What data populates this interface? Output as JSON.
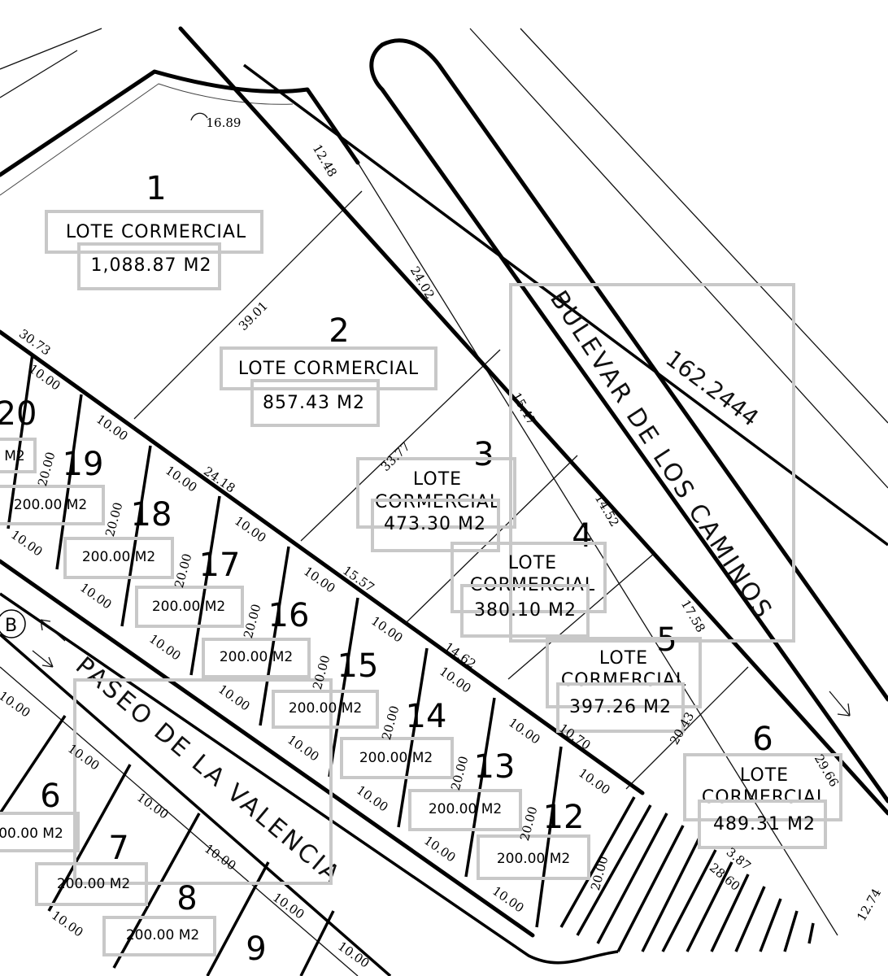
{
  "streets": {
    "bulevar": "BULEVAR DE LOS CAMINOS",
    "paseo": "PASEO DE LA VALENCIA",
    "bearing": "162.2444",
    "marker": "B"
  },
  "commercial_lots": [
    {
      "num": "1",
      "label": "LOTE CORMERCIAL",
      "area": "1,088.87 M2"
    },
    {
      "num": "2",
      "label": "LOTE CORMERCIAL",
      "area": "857.43 M2"
    },
    {
      "num": "3",
      "label1": "LOTE",
      "label2": "CORMERCIAL",
      "area": "473.30 M2"
    },
    {
      "num": "4",
      "label1": "LOTE",
      "label2": "CORMERCIAL",
      "area": "380.10 M2"
    },
    {
      "num": "5",
      "label1": "LOTE",
      "label2": "CORMERCIAL",
      "area": "397.26 M2"
    },
    {
      "num": "6",
      "label1": "LOTE",
      "label2": "CORMERCIAL",
      "area": "489.31 M2"
    }
  ],
  "residential_lots": [
    {
      "num": "20",
      "area": "M2"
    },
    {
      "num": "19",
      "area": "200.00 M2"
    },
    {
      "num": "18",
      "area": "200.00 M2"
    },
    {
      "num": "17",
      "area": "200.00 M2"
    },
    {
      "num": "16",
      "area": "200.00 M2"
    },
    {
      "num": "15",
      "area": "200.00 M2"
    },
    {
      "num": "14",
      "area": "200.00 M2"
    },
    {
      "num": "13",
      "area": "200.00 M2"
    },
    {
      "num": "12",
      "area": "200.00 M2"
    },
    {
      "num": "6",
      "area": "00.00 M2"
    },
    {
      "num": "7",
      "area": "200.00 M2"
    },
    {
      "num": "8",
      "area": "200.00 M2"
    },
    {
      "num": "9",
      "area": ""
    }
  ],
  "dimensions": {
    "d1": "16.89",
    "d2": "12.48",
    "d3": "24.02",
    "d4": "39.01",
    "d5": "30.73",
    "d6": "15.47",
    "d7": "33.77",
    "d8": "14.52",
    "d9": "17.58",
    "d10": "20.43",
    "d11": "29.66",
    "d12": "12.74",
    "d13": "28.60",
    "d14": "3.87",
    "d15": "24.18",
    "d16": "15.57",
    "d17": "14.62",
    "d18": "10.70",
    "ten": "10.00",
    "twenty": "20.00"
  }
}
